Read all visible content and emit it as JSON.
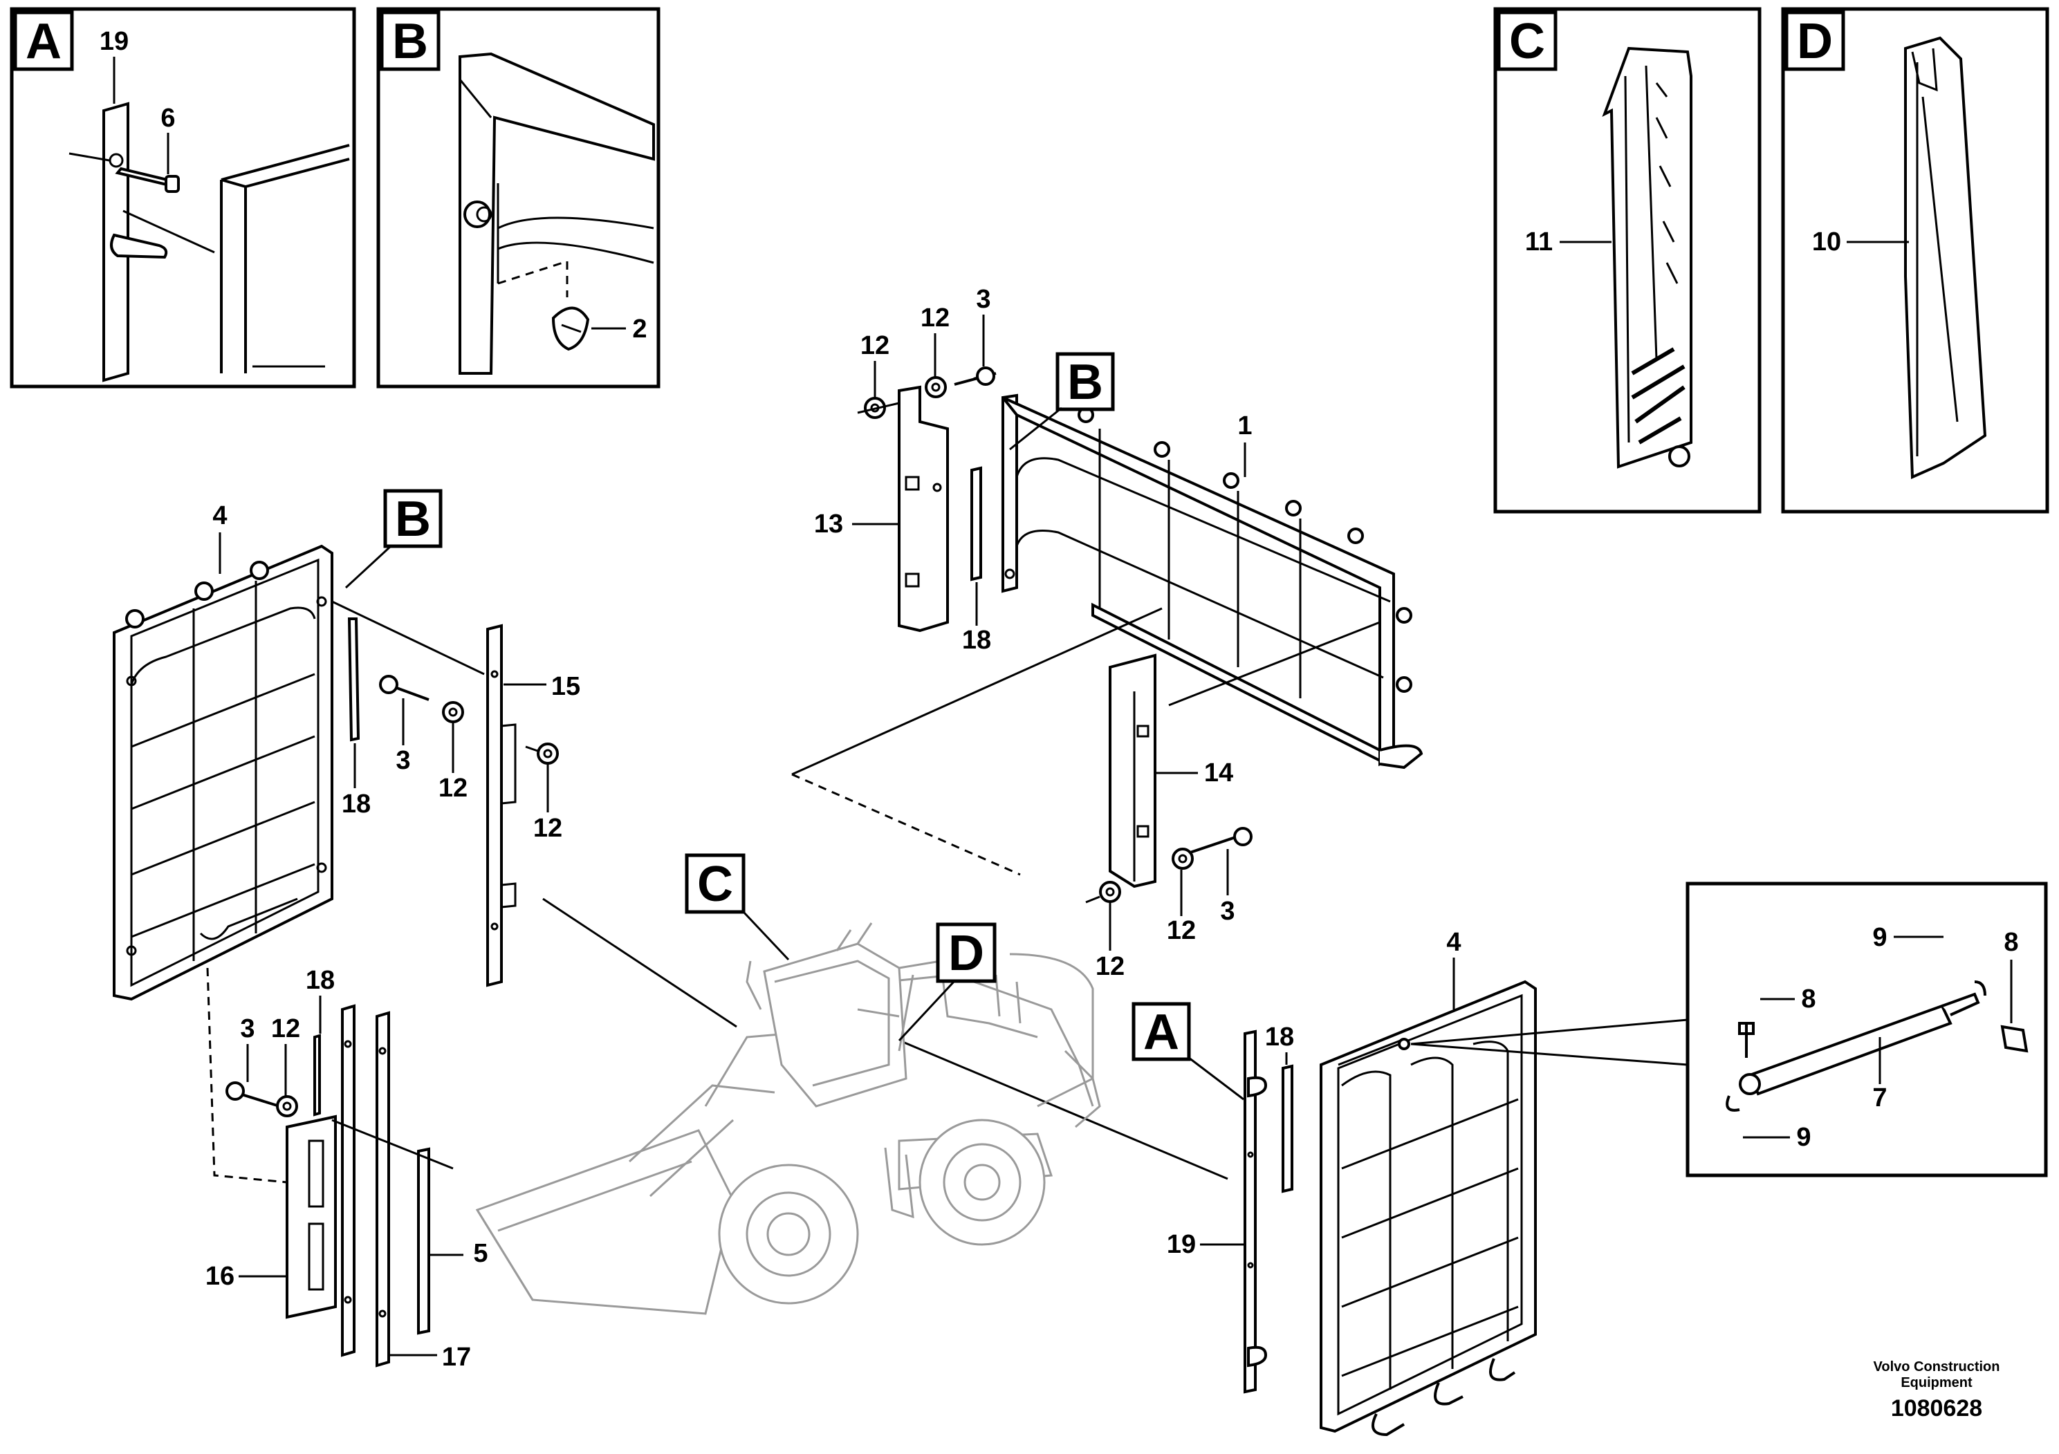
{
  "detail_tags": {
    "a_inset": "A",
    "b_inset": "B",
    "c_inset": "C",
    "d_inset": "D",
    "b_guard_left": "B",
    "b_guard_top": "B",
    "c_machine": "C",
    "d_machine": "D",
    "a_guard_right": "A"
  },
  "callouts": {
    "inset_a_19": "19",
    "inset_a_6": "6",
    "inset_b_2": "2",
    "inset_c_11": "11",
    "inset_d_10": "10",
    "top_12_a": "12",
    "top_12_b": "12",
    "top_3": "3",
    "top_1": "1",
    "top_13": "13",
    "top_18": "18",
    "left_4": "4",
    "left_15": "15",
    "left_3": "3",
    "left_12_a": "12",
    "left_12_b": "12",
    "left_18": "18",
    "mid_14": "14",
    "mid_3": "3",
    "mid_12_a": "12",
    "mid_12_b": "12",
    "low_18": "18",
    "low_3": "3",
    "low_12": "12",
    "low_16": "16",
    "low_5": "5",
    "low_17": "17",
    "right_4": "4",
    "right_18": "18",
    "right_19": "19",
    "strut_9_top": "9",
    "strut_8_right": "8",
    "strut_8_left": "8",
    "strut_7": "7",
    "strut_9_bottom": "9"
  },
  "footer": {
    "brand_line1": "Volvo Construction",
    "brand_line2": "Equipment",
    "doc_number": "1080628"
  }
}
